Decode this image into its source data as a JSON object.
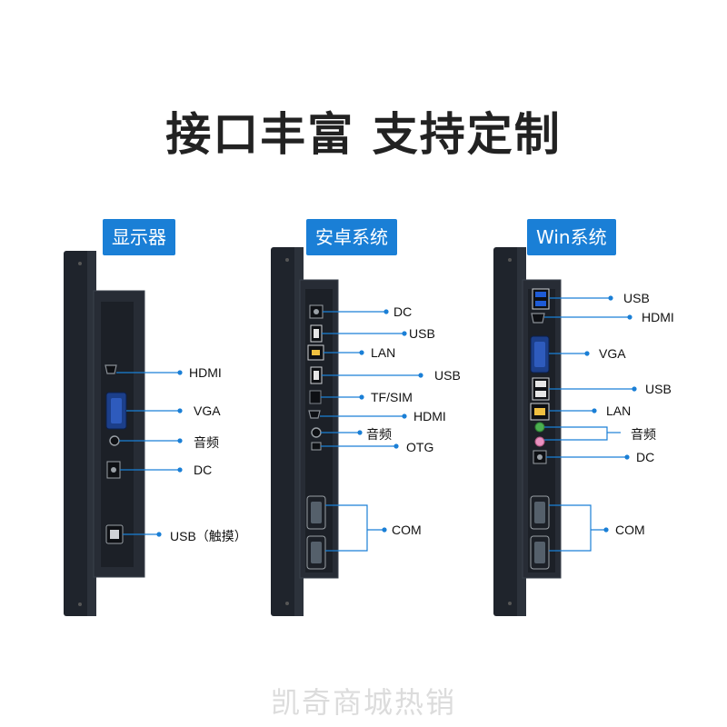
{
  "headline": "接口丰富 支持定制",
  "watermark": "凯奇商城热销",
  "colors": {
    "accent": "#1a7fd6",
    "callout": "#1a7fd6",
    "panel": "#1f242c"
  },
  "panels": [
    {
      "title": "显示器",
      "labels": {
        "hdmi": "HDMI",
        "vga": "VGA",
        "audio": "音频",
        "dc": "DC",
        "usb": "USB（触摸）"
      }
    },
    {
      "title": "安卓系统",
      "labels": {
        "dc": "DC",
        "usb1": "USB",
        "lan": "LAN",
        "usb2": "USB",
        "tfsim": "TF/SIM",
        "hdmi": "HDMI",
        "audio": "音频",
        "otg": "OTG",
        "com": "COM"
      }
    },
    {
      "title": "Win系统",
      "labels": {
        "usb1": "USB",
        "hdmi": "HDMI",
        "vga": "VGA",
        "usb2": "USB",
        "lan": "LAN",
        "audio": "音频",
        "dc": "DC",
        "com": "COM"
      }
    }
  ]
}
